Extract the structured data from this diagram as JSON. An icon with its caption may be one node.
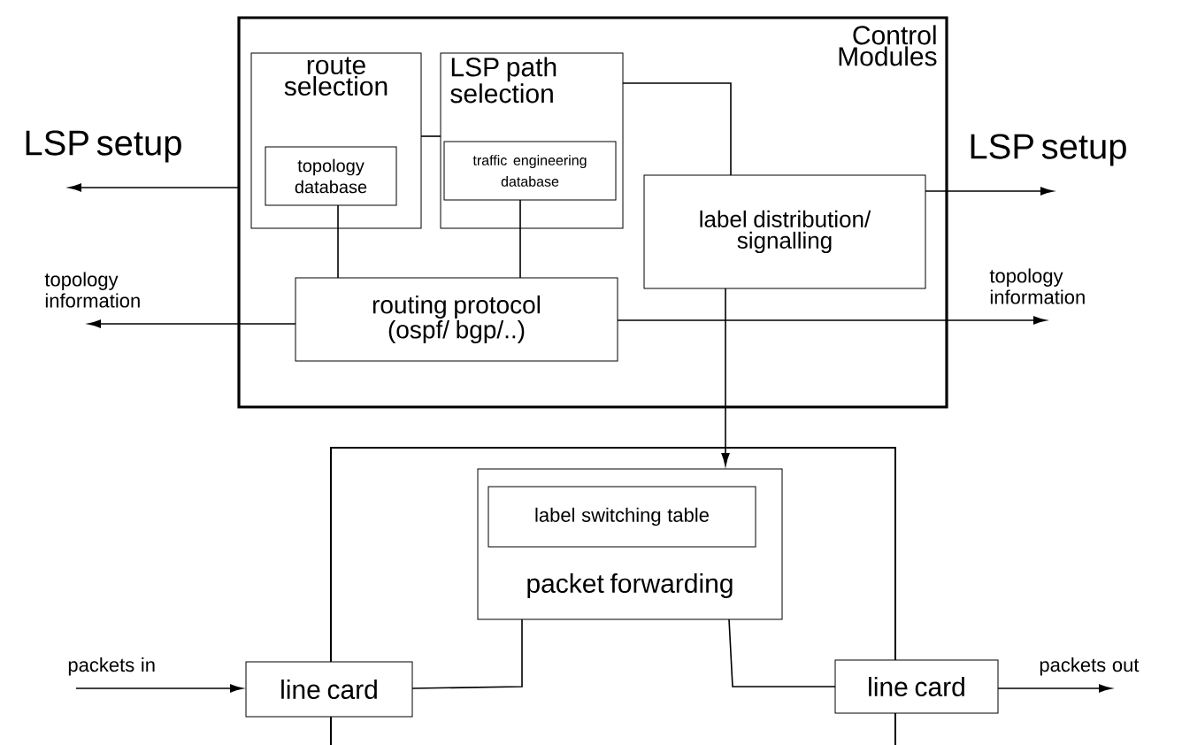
{
  "diagram": {
    "nodes": [
      {
        "text": [
          "Control Modules"
        ]
      },
      {
        "text": [
          "route selection"
        ],
        "in": 0
      },
      {
        "text": [
          "topology database"
        ],
        "in": 1
      },
      {
        "text": [
          "LSP path selection"
        ],
        "in": 0
      },
      {
        "text": [
          "traffic engineering database"
        ],
        "in": 3
      },
      {
        "text": [
          "label distribution/ signalling"
        ],
        "in": 0
      },
      {
        "text": [
          "routing protocol (ospf/ bgp/..)"
        ],
        "in": 0
      },
      {
        "text": [],
        "shape": "box"
      },
      {
        "text": [
          "packet forwarding"
        ],
        "in": 7
      },
      {
        "text": [
          "label switching table"
        ],
        "in": 8
      },
      {
        "text": [
          "line card"
        ]
      },
      {
        "text": [
          "line card"
        ]
      }
    ],
    "edges": [
      {
        "from": 0,
        "to": null,
        "arrow": "to",
        "label": "LSP setup"
      },
      {
        "from": 5,
        "to": null,
        "arrow": "to",
        "label": "LSP setup"
      },
      {
        "from": 6,
        "to": null,
        "arrow": "to",
        "label": "topology information"
      },
      {
        "from": 6,
        "to": null,
        "arrow": "to",
        "label": "topology information"
      },
      {
        "from": 1,
        "to": 3,
        "arrow": "none"
      },
      {
        "from": 2,
        "to": 6,
        "arrow": "none"
      },
      {
        "from": 4,
        "to": 6,
        "arrow": "none"
      },
      {
        "from": 3,
        "to": 5,
        "arrow": "none"
      },
      {
        "from": 5,
        "to": 8,
        "arrow": "to"
      },
      {
        "from": null,
        "to": 10,
        "arrow": "to",
        "label": "packets in"
      },
      {
        "from": 11,
        "to": null,
        "arrow": "to",
        "label": "packets out"
      },
      {
        "from": 10,
        "to": 8,
        "arrow": "none"
      },
      {
        "from": 8,
        "to": 11,
        "arrow": "none"
      }
    ]
  }
}
